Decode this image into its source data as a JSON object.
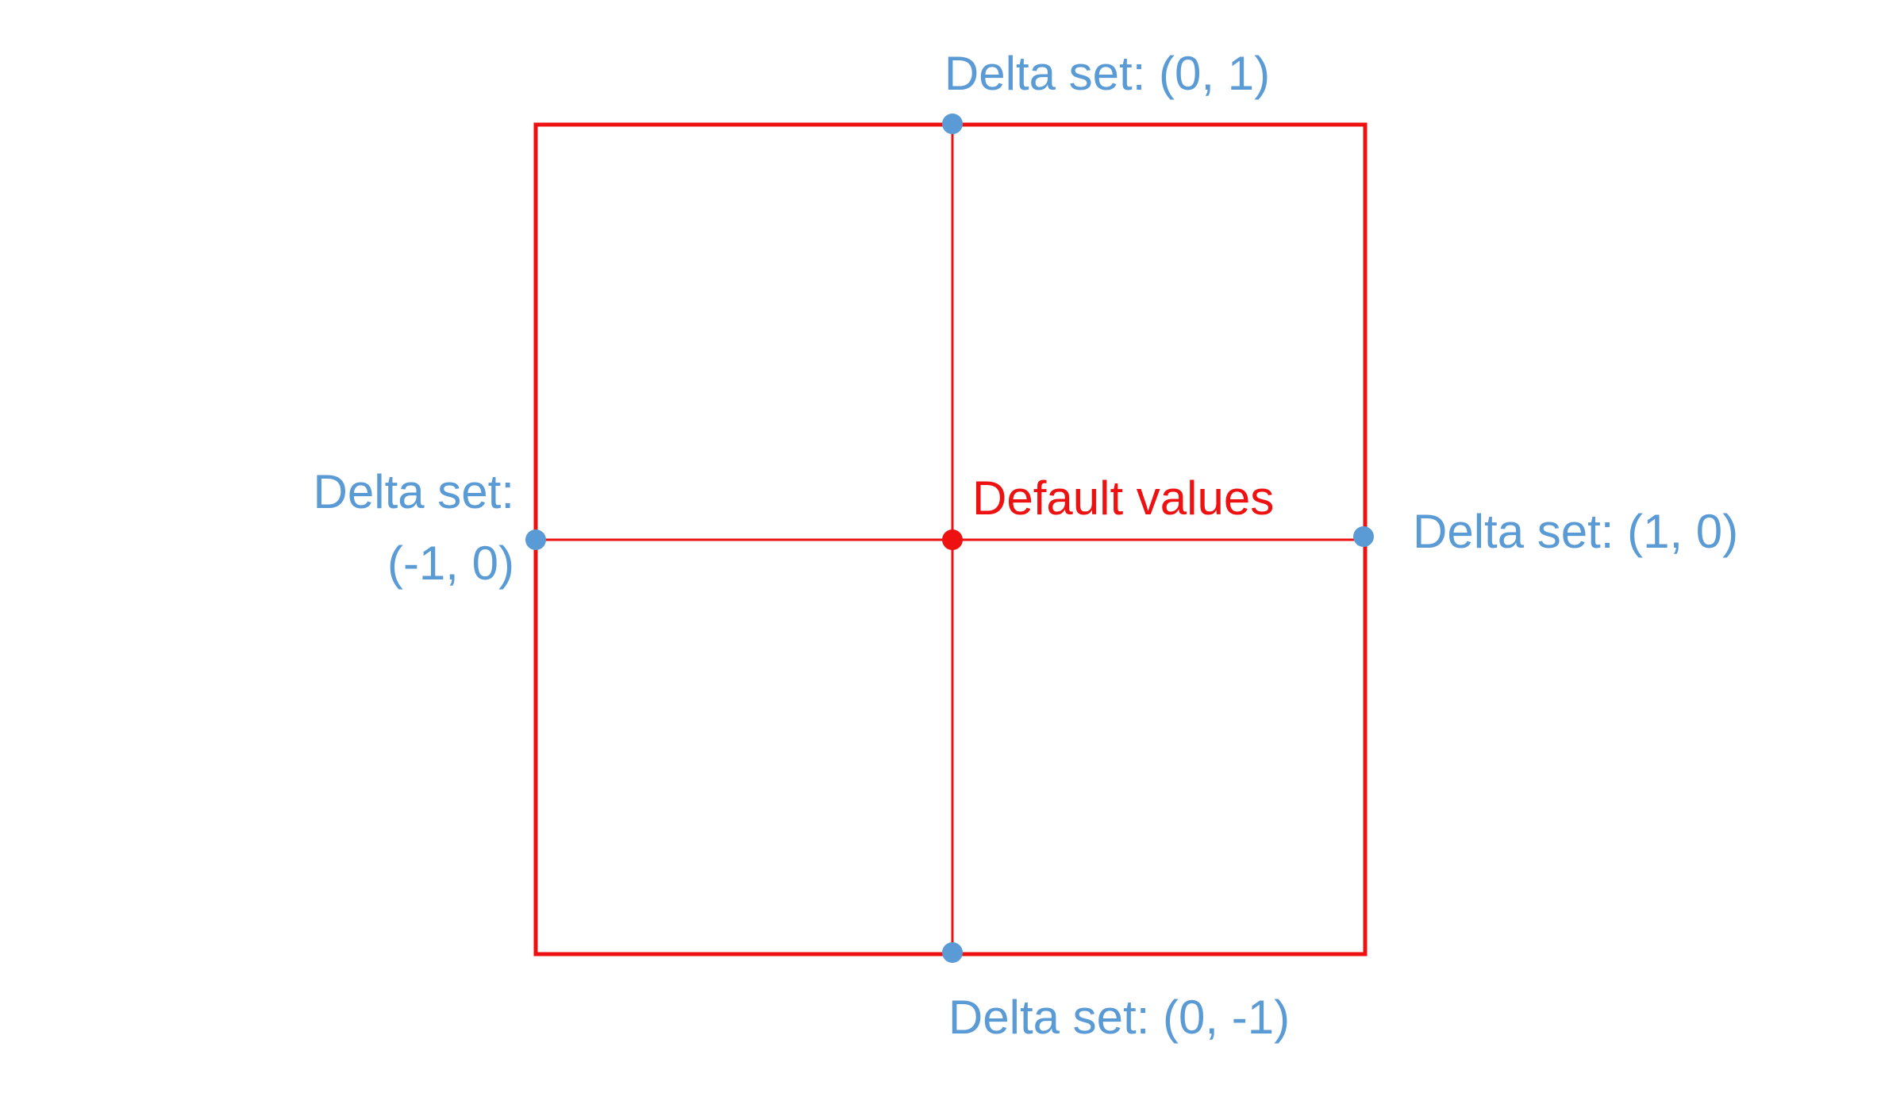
{
  "colors": {
    "frame": "#ee1111",
    "delta": "#5b9bd5",
    "default": "#ee1111"
  },
  "labels": {
    "top": "Delta set: (0, 1)",
    "bottom": "Delta set: (0, -1)",
    "right": "Delta set: (1, 0)",
    "left_line1": "Delta set:",
    "left_line2": "(-1, 0)",
    "center": "Default values"
  }
}
